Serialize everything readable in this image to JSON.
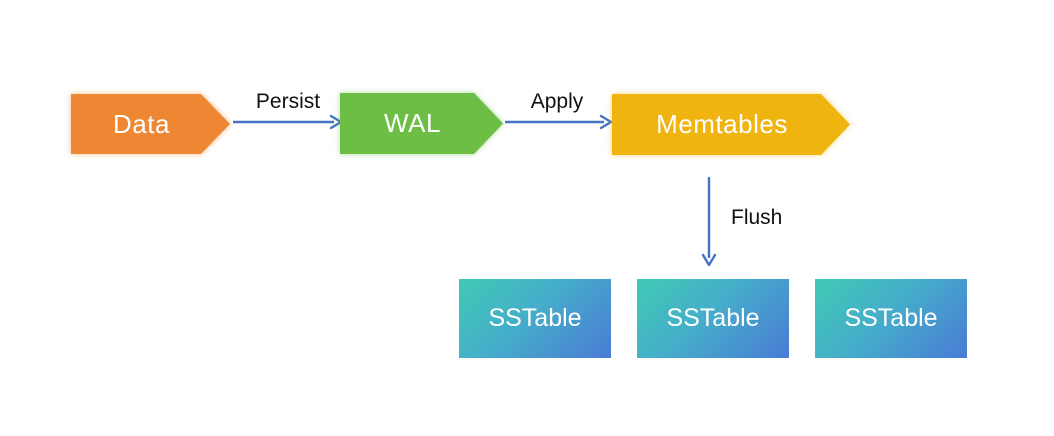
{
  "nodes": {
    "data": {
      "label": "Data",
      "color": "#ED8733"
    },
    "wal": {
      "label": "WAL",
      "color": "#6CBE45"
    },
    "memtables": {
      "label": "Memtables",
      "color": "#F0B411"
    },
    "sstables": [
      {
        "label": "SSTable"
      },
      {
        "label": "SSTable"
      },
      {
        "label": "SSTable"
      }
    ]
  },
  "edges": {
    "persist": {
      "label": "Persist"
    },
    "apply": {
      "label": "Apply"
    },
    "flush": {
      "label": "Flush"
    }
  },
  "colors": {
    "arrow": "#4472C4",
    "node_text": "#FFFFFF",
    "edge_label_text": "#111111",
    "sstable_gradient_start": "#40C9B4",
    "sstable_gradient_end": "#4A7BD5",
    "background": "#FFFFFF"
  }
}
